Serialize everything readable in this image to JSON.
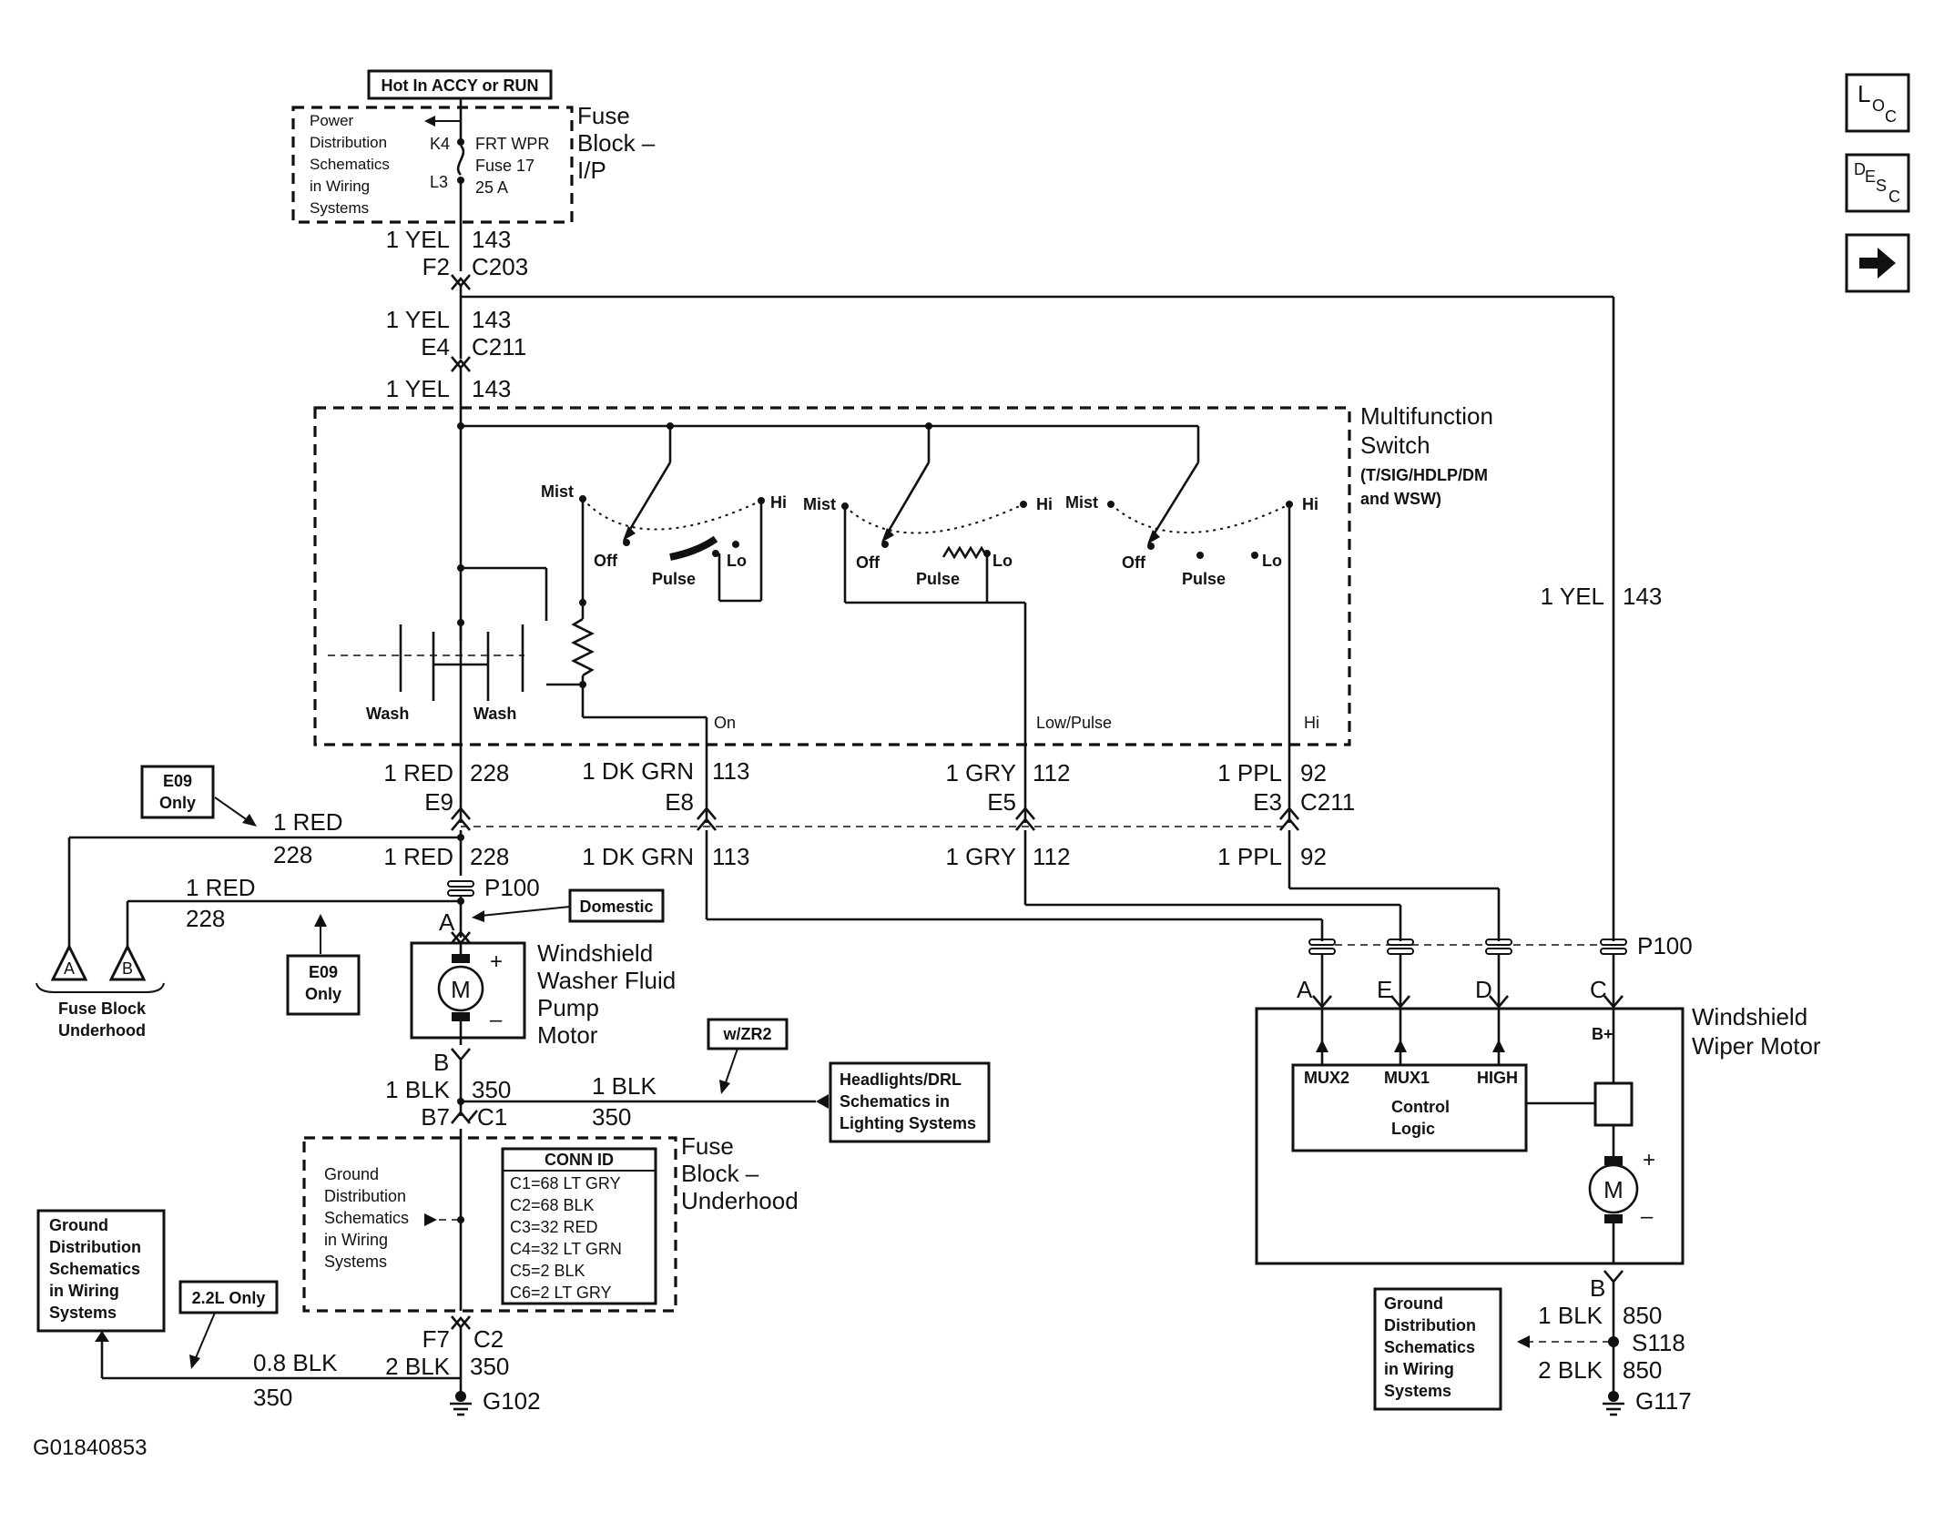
{
  "diagram_id": "G01840853",
  "nav": {
    "loc": {
      "main": "L",
      "sub1": "O",
      "sub2": "C"
    },
    "desc": {
      "main": "D",
      "sub1": "E",
      "sub2": "S",
      "sub3": "C"
    },
    "next_icon": "arrow-right-icon"
  },
  "top": {
    "hot_label": "Hot In ACCY or RUN",
    "fuse_block_ip": [
      "Fuse",
      "Block –",
      "I/P"
    ],
    "power_dist_note": [
      "Power",
      "Distribution",
      "Schematics",
      "in Wiring",
      "Systems"
    ],
    "fuse_k4": "K4",
    "fuse_l3": "L3",
    "fuse_name": "FRT WPR",
    "fuse_number": "Fuse 17",
    "fuse_rating": "25 A"
  },
  "feed": {
    "w1_gauge": "1 YEL",
    "w1_circuit": "143",
    "c1_pin": "F2",
    "c1_conn": "C203",
    "w2_gauge": "1 YEL",
    "w2_circuit": "143",
    "c2_pin": "E4",
    "c2_conn": "C211",
    "w3_gauge": "1 YEL",
    "w3_circuit": "143"
  },
  "switch": {
    "title": [
      "Multifunction",
      "Switch"
    ],
    "subtitle": [
      "(T/SIG/HDLP/DM",
      "and WSW)"
    ],
    "mist": "Mist",
    "hi": "Hi",
    "off": "Off",
    "pulse": "Pulse",
    "lo": "Lo",
    "wash": "Wash",
    "out_on": "On",
    "out_lowpulse": "Low/Pulse",
    "out_hi": "Hi"
  },
  "outputs": {
    "red_gauge": "1 RED",
    "red_circuit": "228",
    "red_pin": "E9",
    "grn_gauge": "1 DK GRN",
    "grn_circuit": "113",
    "grn_pin": "E8",
    "gry_gauge": "1 GRY",
    "gry_circuit": "112",
    "gry_pin": "E5",
    "ppl_gauge": "1 PPL",
    "ppl_circuit": "92",
    "ppl_pin": "E3",
    "conn": "C211"
  },
  "left_branch": {
    "e09_top": [
      "E09",
      "Only"
    ],
    "e09_bottom": [
      "E09",
      "Only"
    ],
    "red1_gauge": "1 RED",
    "red1_circuit": "228",
    "red2_gauge": "1 RED",
    "red2_circuit": "228",
    "red3_gauge": "1 RED",
    "red3_circuit": "228",
    "fuse_a": "A",
    "fuse_b": "B",
    "fuse_block_underhood": [
      "Fuse Block",
      "Underhood"
    ],
    "p100": "P100",
    "domestic": "Domestic",
    "pin_a": "A"
  },
  "washer": {
    "title": [
      "Windshield",
      "Washer Fluid",
      "Pump",
      "Motor"
    ],
    "motor": "M",
    "plus": "+",
    "minus": "–",
    "pin_b": "B",
    "blk_gauge": "1 BLK",
    "blk_circuit": "350",
    "c1_pin": "B7",
    "c1_conn": "C1",
    "blk2_gauge": "1 BLK",
    "blk2_circuit": "350",
    "wzr2": "w/ZR2",
    "headlights_note": [
      "Headlights/DRL",
      "Schematics in",
      "Lighting Systems"
    ]
  },
  "underhood": {
    "title": [
      "Fuse",
      "Block –",
      "Underhood"
    ],
    "ground_note": [
      "Ground",
      "Distribution",
      "Schematics",
      "in Wiring",
      "Systems"
    ],
    "conn_id": {
      "header": "CONN ID",
      "rows": [
        "C1=68 LT GRY",
        "C2=68 BLK",
        "C3=32 RED",
        "C4=32 LT GRN",
        "C5=2 BLK",
        "C6=2 LT GRY"
      ]
    },
    "c2_pin": "F7",
    "c2_conn": "C2",
    "blk_gauge": "2 BLK",
    "blk_circuit": "350",
    "g102": "G102"
  },
  "left_ground": {
    "note": [
      "Ground",
      "Distribution",
      "Schematics",
      "in Wiring",
      "Systems"
    ],
    "only_22l": "2.2L Only",
    "blk_gauge": "0.8 BLK",
    "blk_circuit": "350"
  },
  "right": {
    "yel_gauge": "1 YEL",
    "yel_circuit": "143",
    "p100": "P100",
    "pins": [
      "A",
      "E",
      "D",
      "C"
    ],
    "wiper_title": [
      "Windshield",
      "Wiper Motor"
    ],
    "bplus": "B+",
    "mux2": "MUX2",
    "mux1": "MUX1",
    "high": "HIGH",
    "control_logic": [
      "Control",
      "Logic"
    ],
    "motor": "M",
    "plus": "+",
    "minus": "–",
    "pin_b": "B",
    "blk1_gauge": "1 BLK",
    "blk1_circuit": "850",
    "splice": "S118",
    "blk2_gauge": "2 BLK",
    "blk2_circuit": "850",
    "g117": "G117",
    "ground_note": [
      "Ground",
      "Distribution",
      "Schematics",
      "in Wiring",
      "Systems"
    ]
  }
}
